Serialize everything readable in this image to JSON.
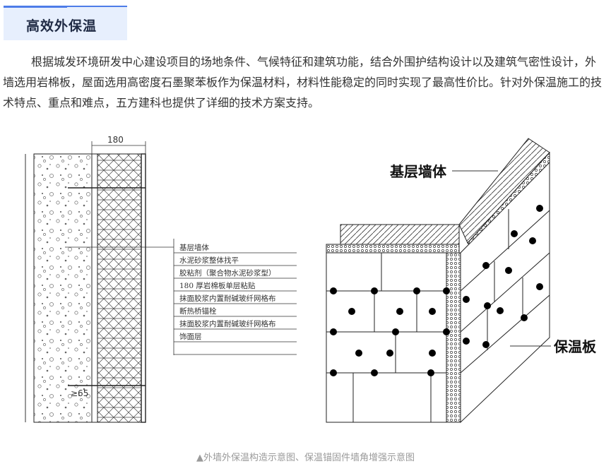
{
  "header": {
    "title": "高效外保温"
  },
  "body_text": "根据城发环境研发中心建设项目的场地条件、气候特征和建筑功能，结合外围护结构设计以及建筑气密性设计，外墙选用岩棉板，屋面选用高密度石墨聚苯板作为保温材料，材料性能稳定的同时实现了最高性价比。针对外保温施工的技术特点、重点和难点，五方建科也提供了详细的技术方案支持。",
  "figure_left": {
    "dimension": "180",
    "layers": [
      "基层墙体",
      "水泥砂浆整体找平",
      "胶粘剂（聚合物水泥砂浆型）",
      "180  厚岩棉板单层粘贴",
      "抹面胶浆内置耐碱玻纤网格布",
      "断热桥锚栓",
      "抹面胶浆内置耐碱玻纤网格布",
      "饰面层"
    ],
    "small_mark": "≥65"
  },
  "figure_right": {
    "label_base_wall": "基层墙体",
    "label_insulation": "保温板"
  },
  "caption": "▲外墙外保温构造示意图、保温锚固件墙角增强示意图"
}
